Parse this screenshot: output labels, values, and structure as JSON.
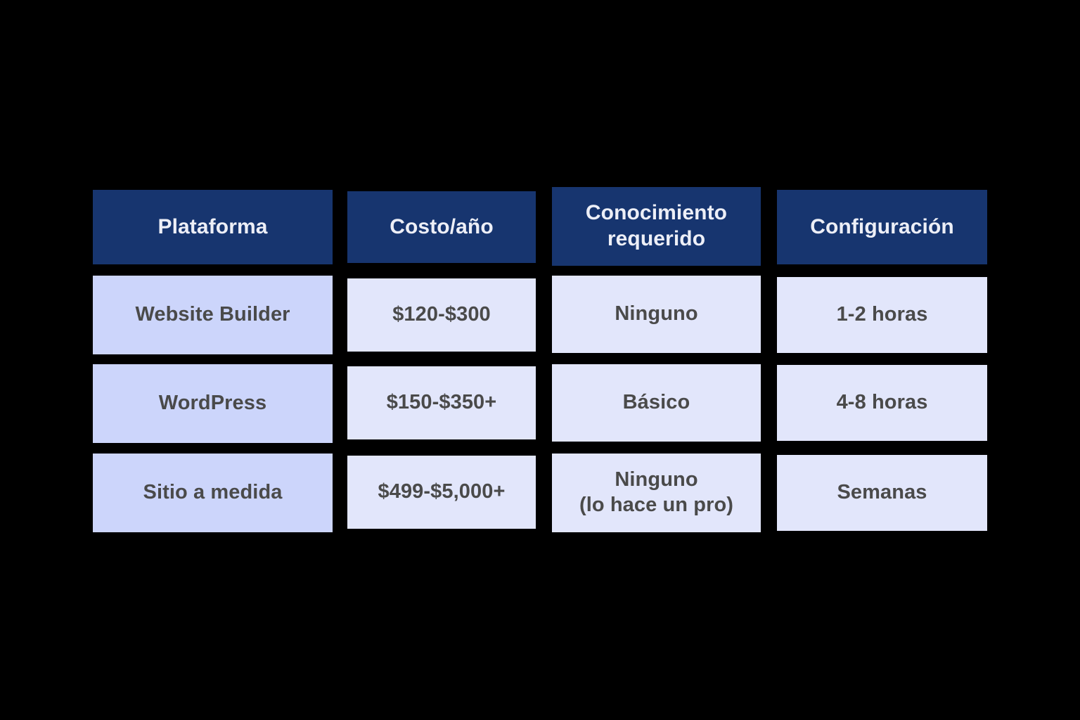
{
  "table": {
    "colors": {
      "background": "#000000",
      "header_fill": "#17356F",
      "header_text": "#EDEFF7",
      "first_column_fill": "#CCD5FB",
      "cell_fill": "#E2E6FB",
      "cell_text": "#4A4A4A"
    },
    "columns": [
      {
        "key": "plataforma",
        "header": "Plataforma"
      },
      {
        "key": "costo",
        "header": "Costo/año"
      },
      {
        "key": "conocimiento",
        "header": "Conocimiento\nrequerido"
      },
      {
        "key": "configuracion",
        "header": "Configuración"
      }
    ],
    "rows": [
      {
        "plataforma": "Website Builder",
        "costo": "$120-$300",
        "conocimiento": "Ninguno",
        "configuracion": "1-2 horas"
      },
      {
        "plataforma": "WordPress",
        "costo": "$150-$350+",
        "conocimiento": "Básico",
        "configuracion": "4-8 horas"
      },
      {
        "plataforma": "Sitio a medida",
        "costo": "$499-$5,000+",
        "conocimiento": "Ninguno\n(lo hace un pro)",
        "configuracion": "Semanas"
      }
    ]
  }
}
